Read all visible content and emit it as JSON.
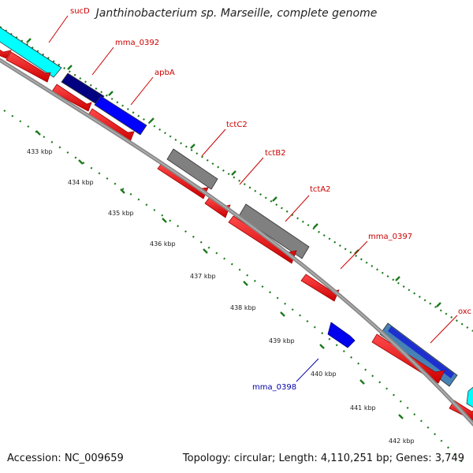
{
  "title": "Janthinobacterium sp. Marseille, complete genome",
  "accession_text": "Accession: NC_009659",
  "summary_text": "Topology: circular; Length: 4,110,251 bp; Genes: 3,749",
  "colors": {
    "forward_cds": "#ff0000",
    "backbone": "#888888",
    "rna": "#0000ff",
    "cog_cyan": "#00ffff",
    "cog_navy": "#000080",
    "cog_gray": "#808080",
    "cog_steel": "#4682b4",
    "tick": "#008000",
    "label_red": "#cc0000",
    "label_blue": "#0000aa"
  },
  "scale_labels": [
    "433 kbp",
    "434 kbp",
    "435 kbp",
    "436 kbp",
    "437 kbp",
    "438 kbp",
    "439 kbp",
    "440 kbp",
    "441 kbp",
    "442 kbp"
  ],
  "gene_labels": [
    {
      "name": "sucD",
      "color": "label_red"
    },
    {
      "name": "mma_0392",
      "color": "label_red"
    },
    {
      "name": "apbA",
      "color": "label_red"
    },
    {
      "name": "tctC2",
      "color": "label_red"
    },
    {
      "name": "tctB2",
      "color": "label_red"
    },
    {
      "name": "tctA2",
      "color": "label_red"
    },
    {
      "name": "mma_0397",
      "color": "label_red"
    },
    {
      "name": "oxc",
      "color": "label_red"
    },
    {
      "name": "mma_0398",
      "color": "label_blue"
    }
  ]
}
